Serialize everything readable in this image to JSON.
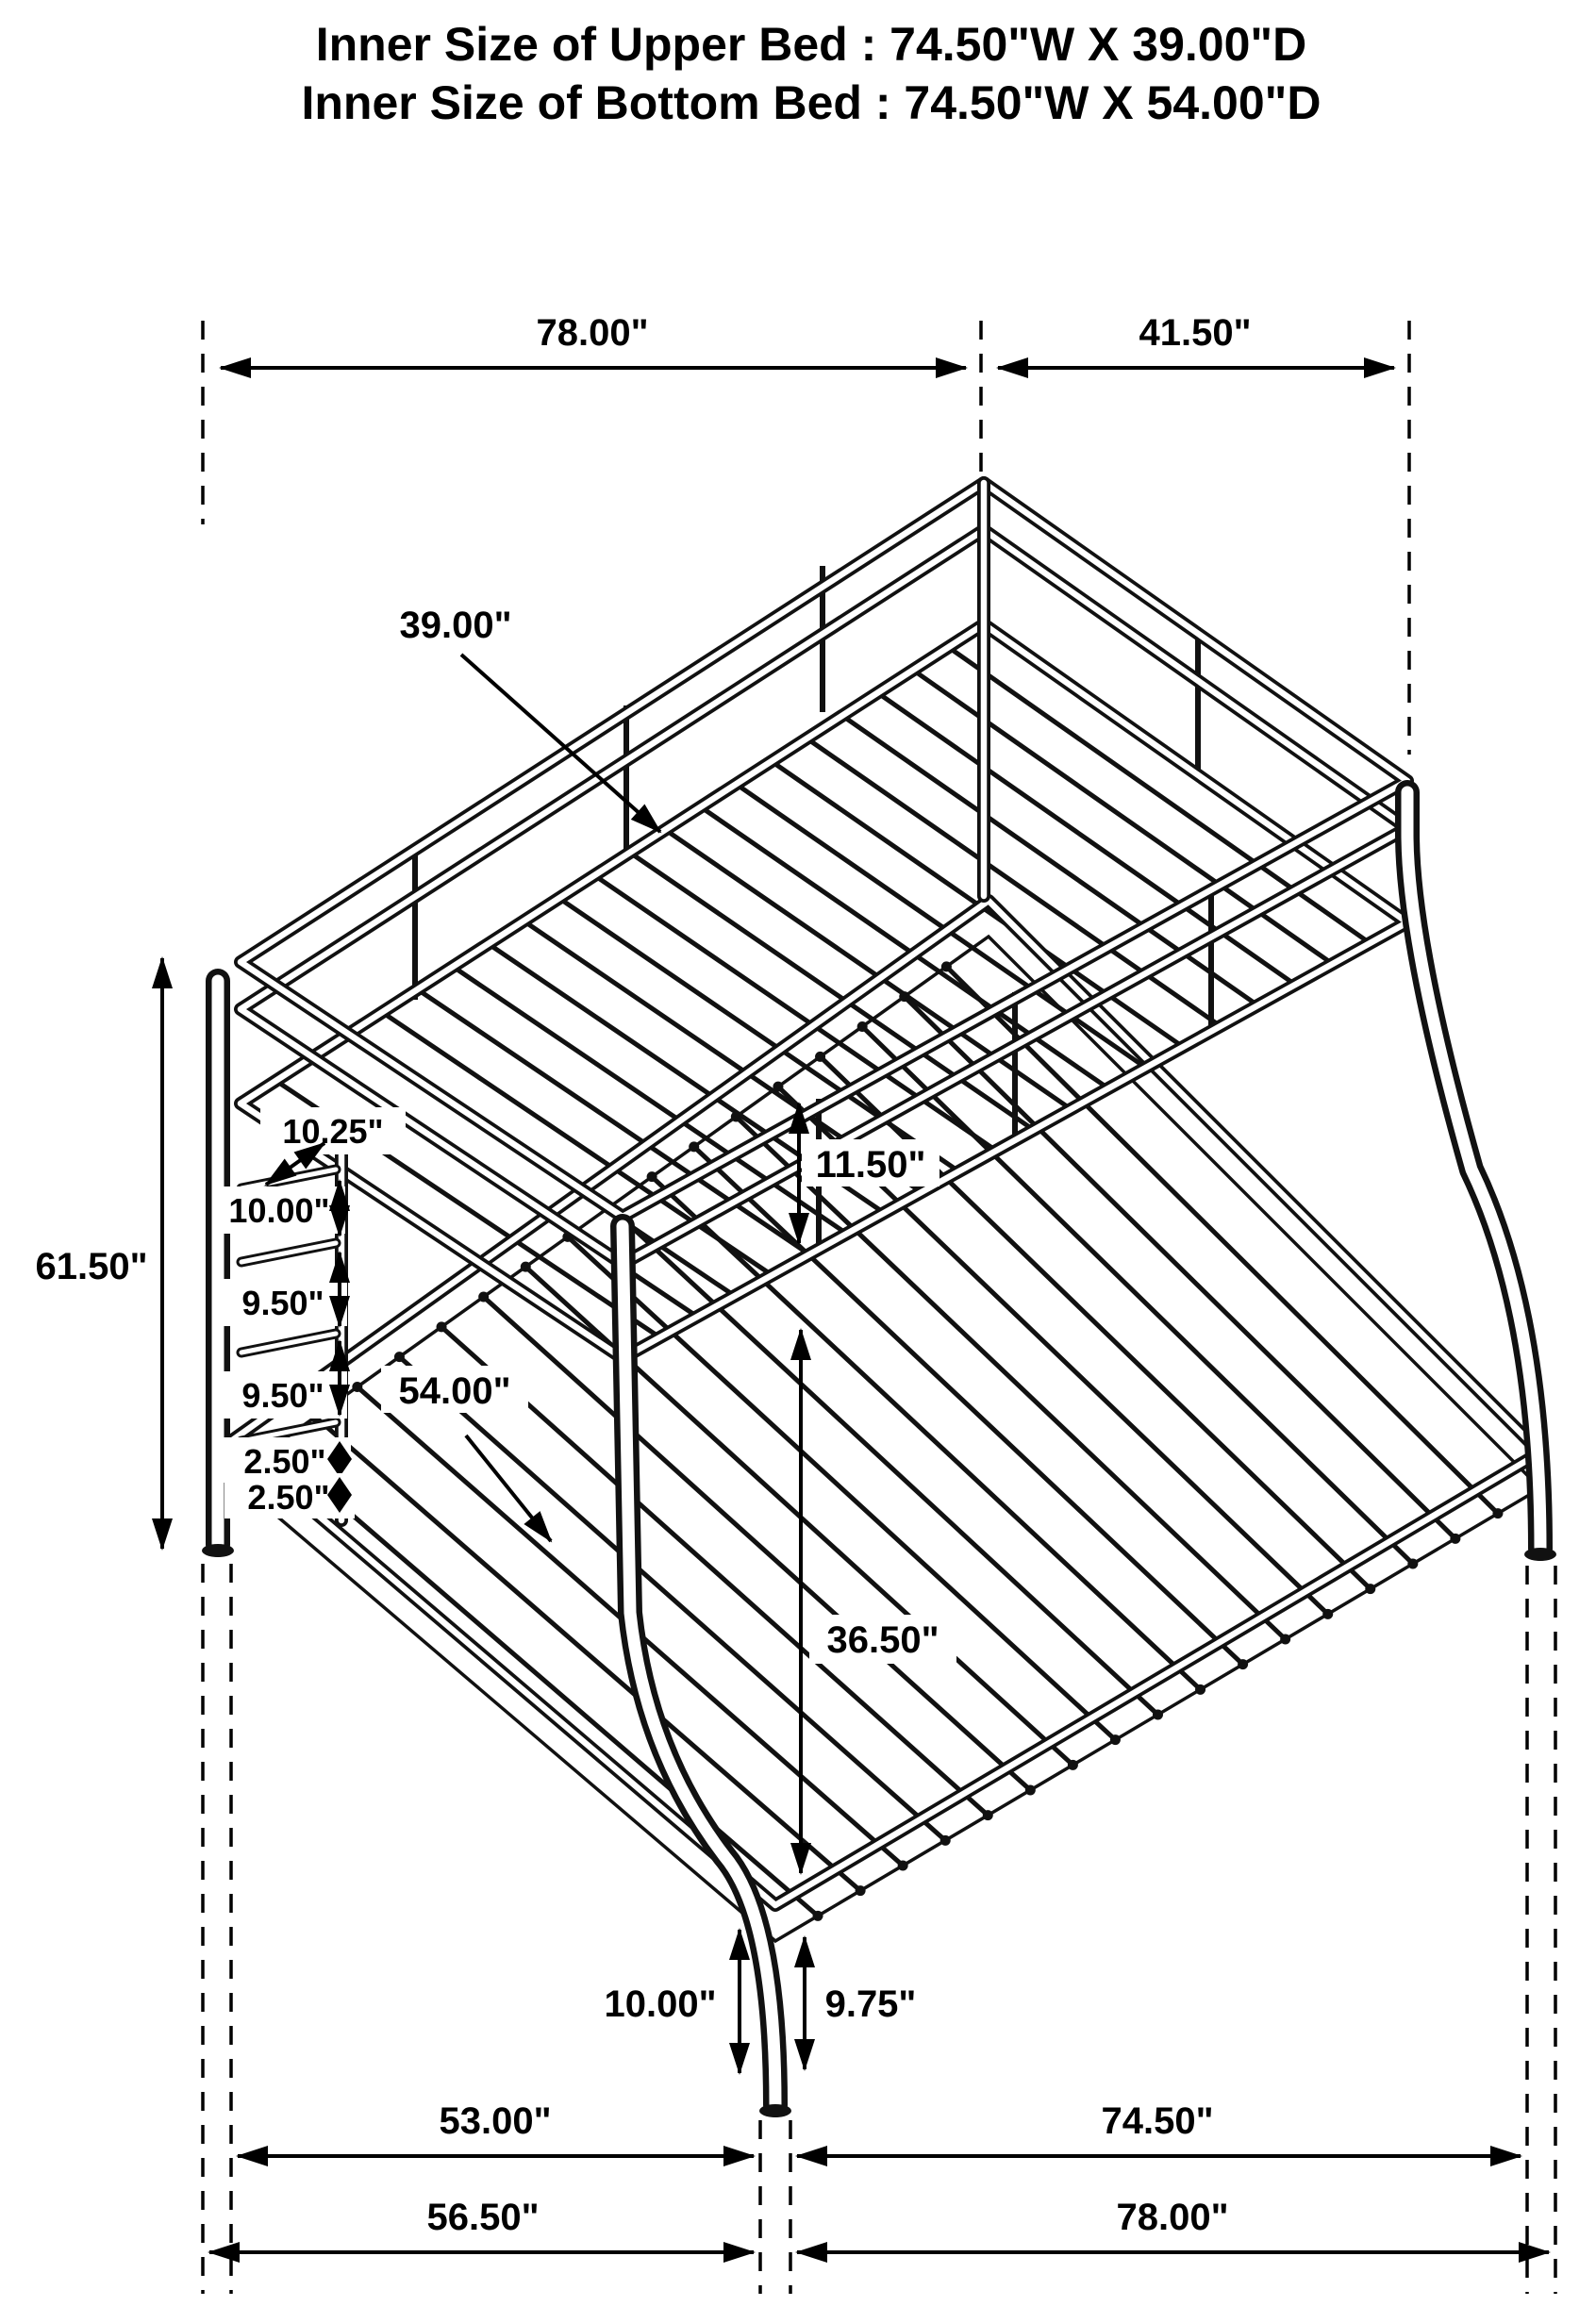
{
  "title": {
    "line1": "Inner Size of Upper Bed : 74.50\"W X 39.00\"D",
    "line2": "Inner Size of Bottom Bed : 74.50\"W X 54.00\"D"
  },
  "colors": {
    "line": "#000000",
    "background": "#ffffff"
  },
  "dimensions": {
    "upper_length": "78.00\"",
    "upper_end_width": "41.50\"",
    "upper_bed_depth": "39.00\"",
    "overall_height": "61.50\"",
    "ladder_spacings": [
      "10.25\"",
      "10.00\"",
      "9.50\"",
      "9.50\"",
      "2.50\"",
      "2.50\""
    ],
    "guard_rail_height": "11.50\"",
    "bottom_bed_depth": "54.00\"",
    "bunk_clearance": "36.50\"",
    "front_leg_height": "10.00\"",
    "front_leg_height_inner": "9.75\"",
    "bottom_span_front_left": "53.00\"",
    "bottom_span_front_right": "74.50\"",
    "bottom_span_overall_left": "56.50\"",
    "bottom_span_overall_right": "78.00\""
  }
}
